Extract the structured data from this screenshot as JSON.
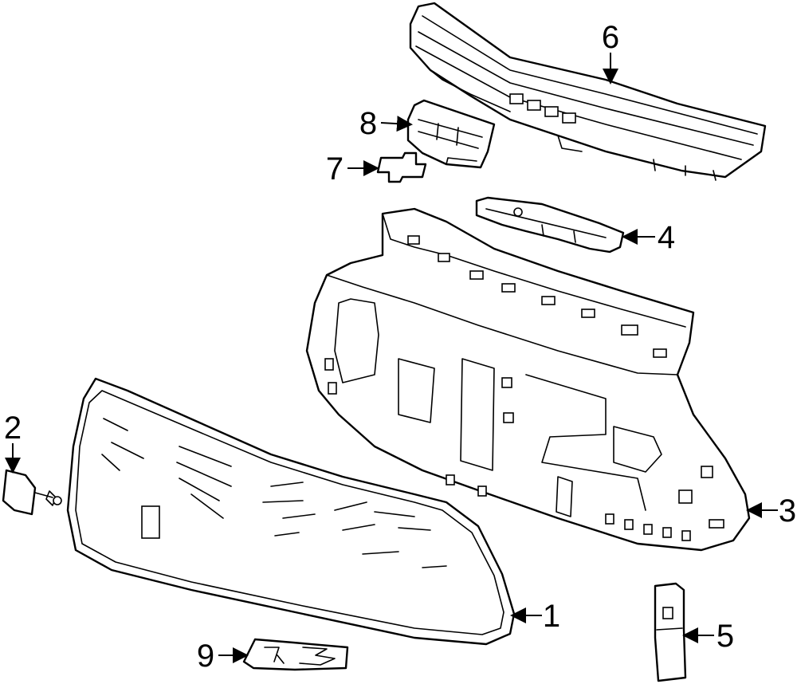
{
  "diagram": {
    "callouts": [
      {
        "id": "1",
        "label": "1"
      },
      {
        "id": "2",
        "label": "2"
      },
      {
        "id": "3",
        "label": "3"
      },
      {
        "id": "4",
        "label": "4"
      },
      {
        "id": "5",
        "label": "5"
      },
      {
        "id": "6",
        "label": "6"
      },
      {
        "id": "7",
        "label": "7"
      },
      {
        "id": "8",
        "label": "8"
      },
      {
        "id": "9",
        "label": "9"
      }
    ],
    "parts": [
      {
        "id": "grille",
        "callout": "1"
      },
      {
        "id": "end-cap",
        "callout": "2"
      },
      {
        "id": "grille-frame",
        "callout": "3"
      },
      {
        "id": "upper-bracket",
        "callout": "4"
      },
      {
        "id": "side-bracket",
        "callout": "5"
      },
      {
        "id": "upper-grille",
        "callout": "6"
      },
      {
        "id": "bowtie-emblem",
        "callout": "7"
      },
      {
        "id": "emblem-bracket",
        "callout": "8"
      },
      {
        "id": "rs-emblem",
        "callout": "9"
      }
    ]
  }
}
